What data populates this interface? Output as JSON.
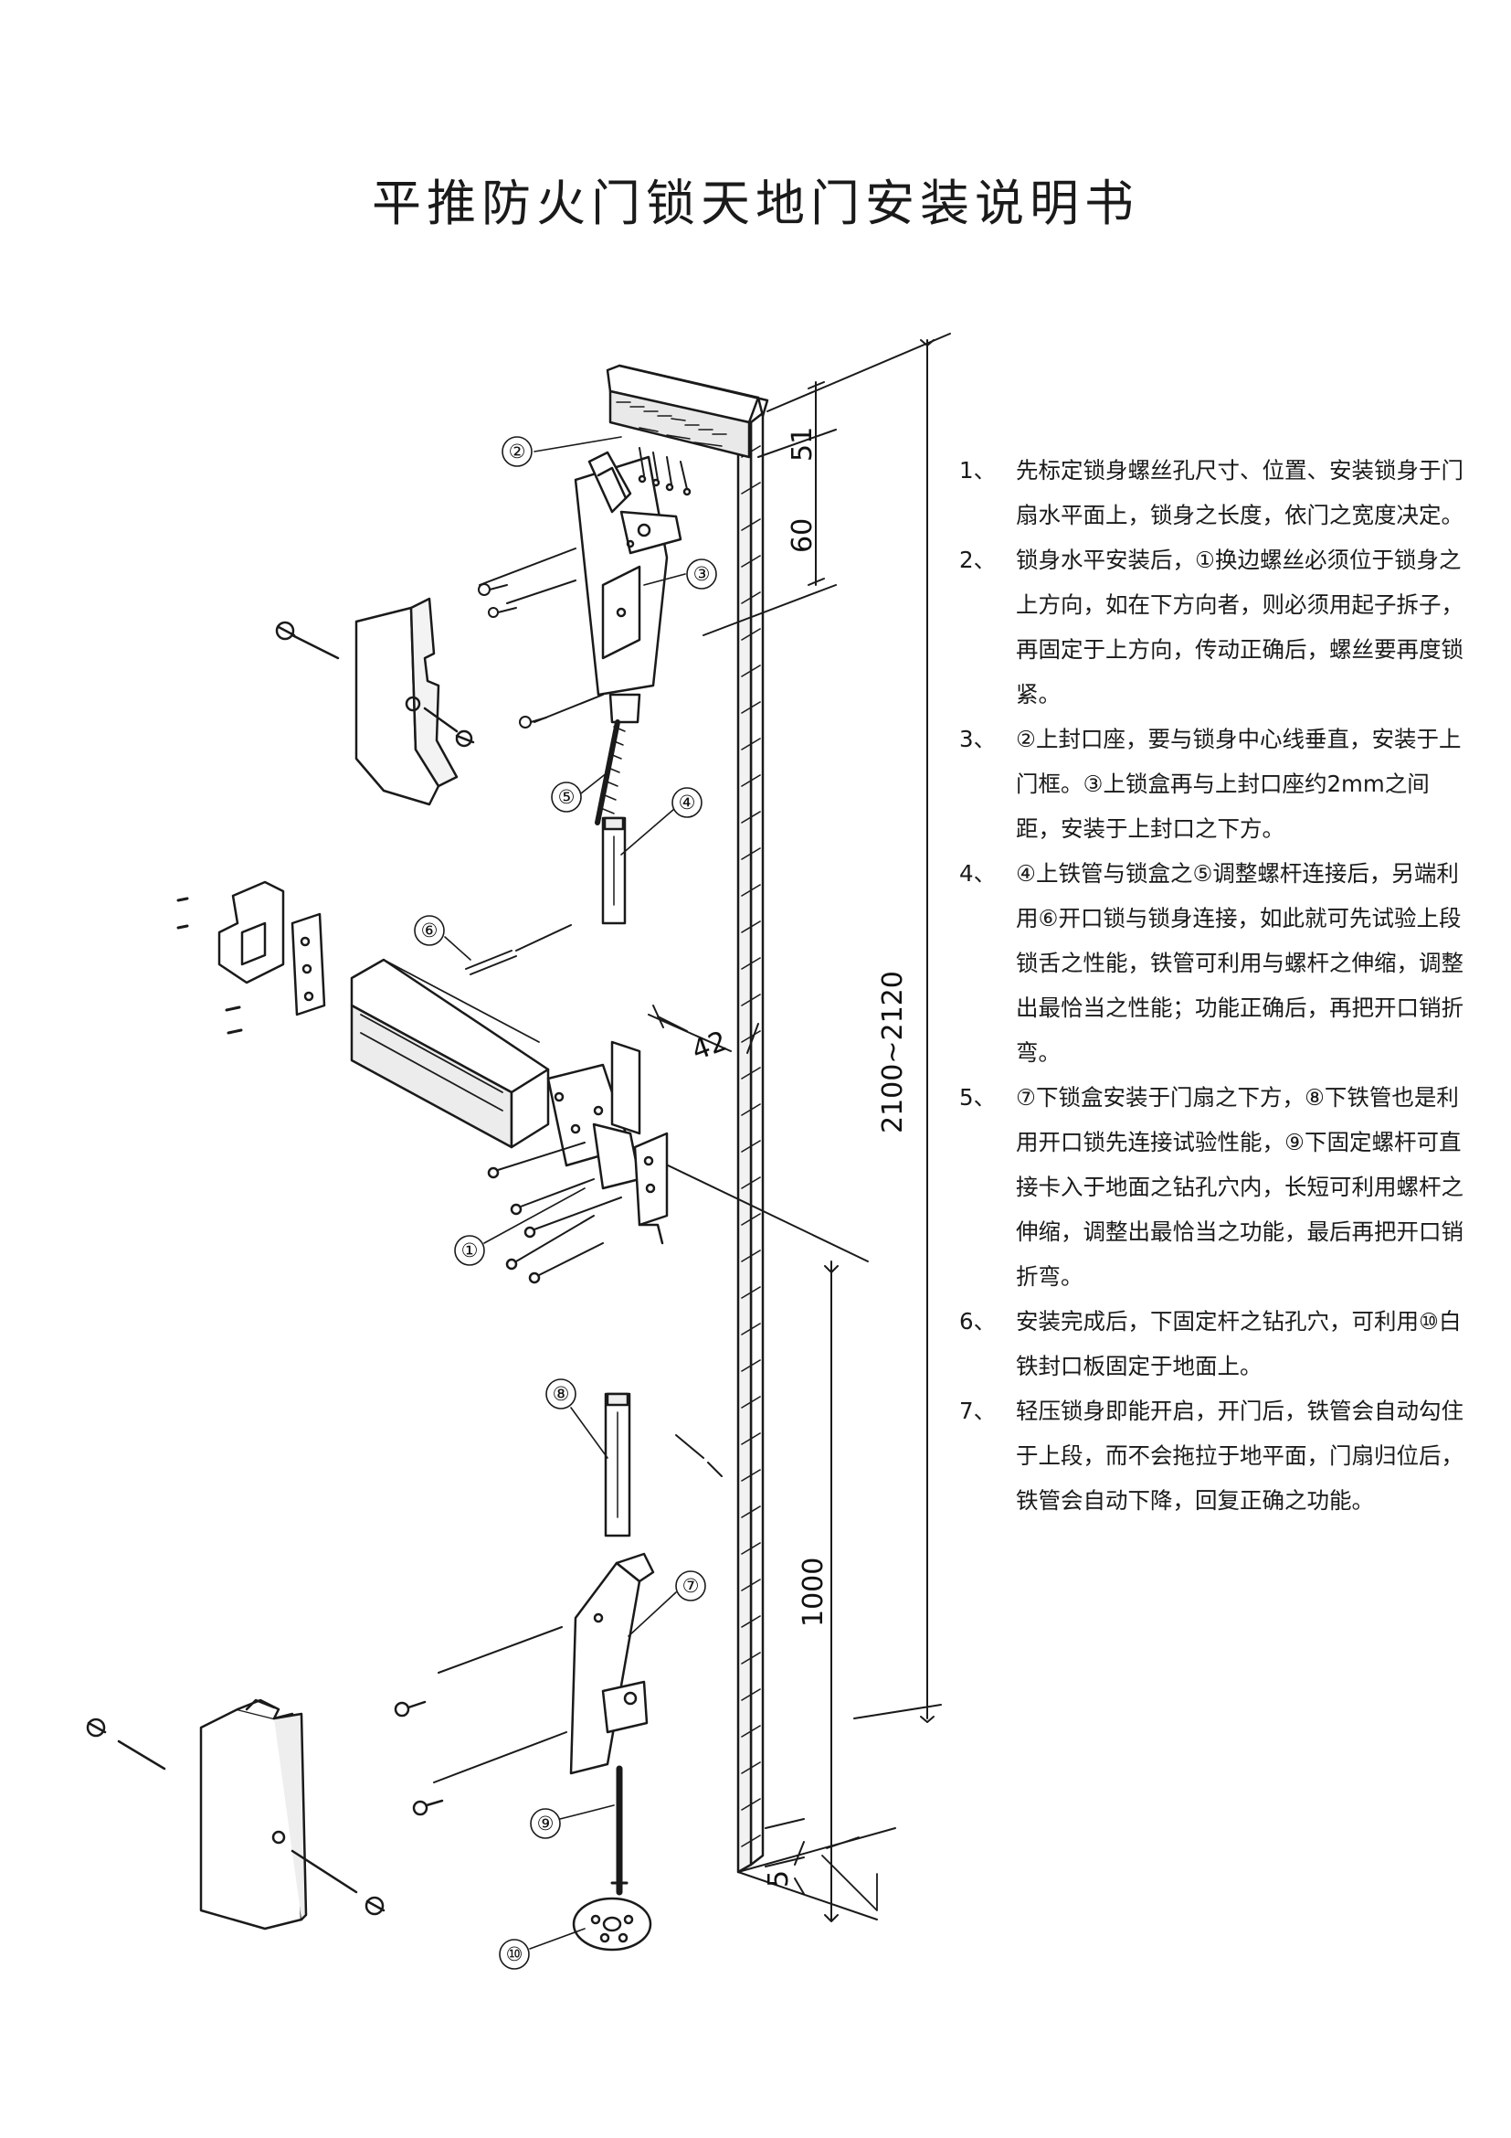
{
  "title": "平推防火门锁天地门安装说明书",
  "instructions": [
    {
      "num": "1、",
      "text": "先标定锁身螺丝孔尺寸、位置、安装锁身于门扇水平面上，锁身之长度，依门之宽度决定。"
    },
    {
      "num": "2、",
      "text": "锁身水平安装后，①换边螺丝必须位于锁身之上方向，如在下方向者，则必须用起子拆子，再固定于上方向，传动正确后，螺丝要再度锁紧。"
    },
    {
      "num": "3、",
      "text": "②上封口座，要与锁身中心线垂直，安装于上门框。③上锁盒再与上封口座约2mm之间距，安装于上封口之下方。"
    },
    {
      "num": "4、",
      "text": "④上铁管与锁盒之⑤调整螺杆连接后，另端利用⑥开口锁与锁身连接，如此就可先试验上段锁舌之性能，铁管可利用与螺杆之伸缩，调整出最恰当之性能；功能正确后，再把开口销折弯。"
    },
    {
      "num": "5、",
      "text": "⑦下锁盒安装于门扇之下方，⑧下铁管也是利用开口锁先连接试验性能，⑨下固定螺杆可直接卡入于地面之钻孔穴内，长短可利用螺杆之伸缩，调整出最恰当之功能，最后再把开口销折弯。"
    },
    {
      "num": "6、",
      "text": "安装完成后，下固定杆之钻孔穴，可利用⑩白铁封口板固定于地面上。"
    },
    {
      "num": "7、",
      "text": "轻压锁身即能开启，开门后，铁管会自动勾住于上段，而不会拖拉于地平面，门扇归位后，铁管会自动下降，回复正确之功能。"
    }
  ],
  "dimensions": {
    "d51": "51",
    "d60": "60",
    "d42": "42",
    "d_total": "2100~2120",
    "d1000": "1000",
    "d5": "5"
  },
  "callouts": {
    "c1": "①",
    "c2": "②",
    "c3": "③",
    "c4": "④",
    "c5": "⑤",
    "c6": "⑥",
    "c7": "⑦",
    "c8": "⑧",
    "c9": "⑨",
    "c10": "⑩"
  }
}
